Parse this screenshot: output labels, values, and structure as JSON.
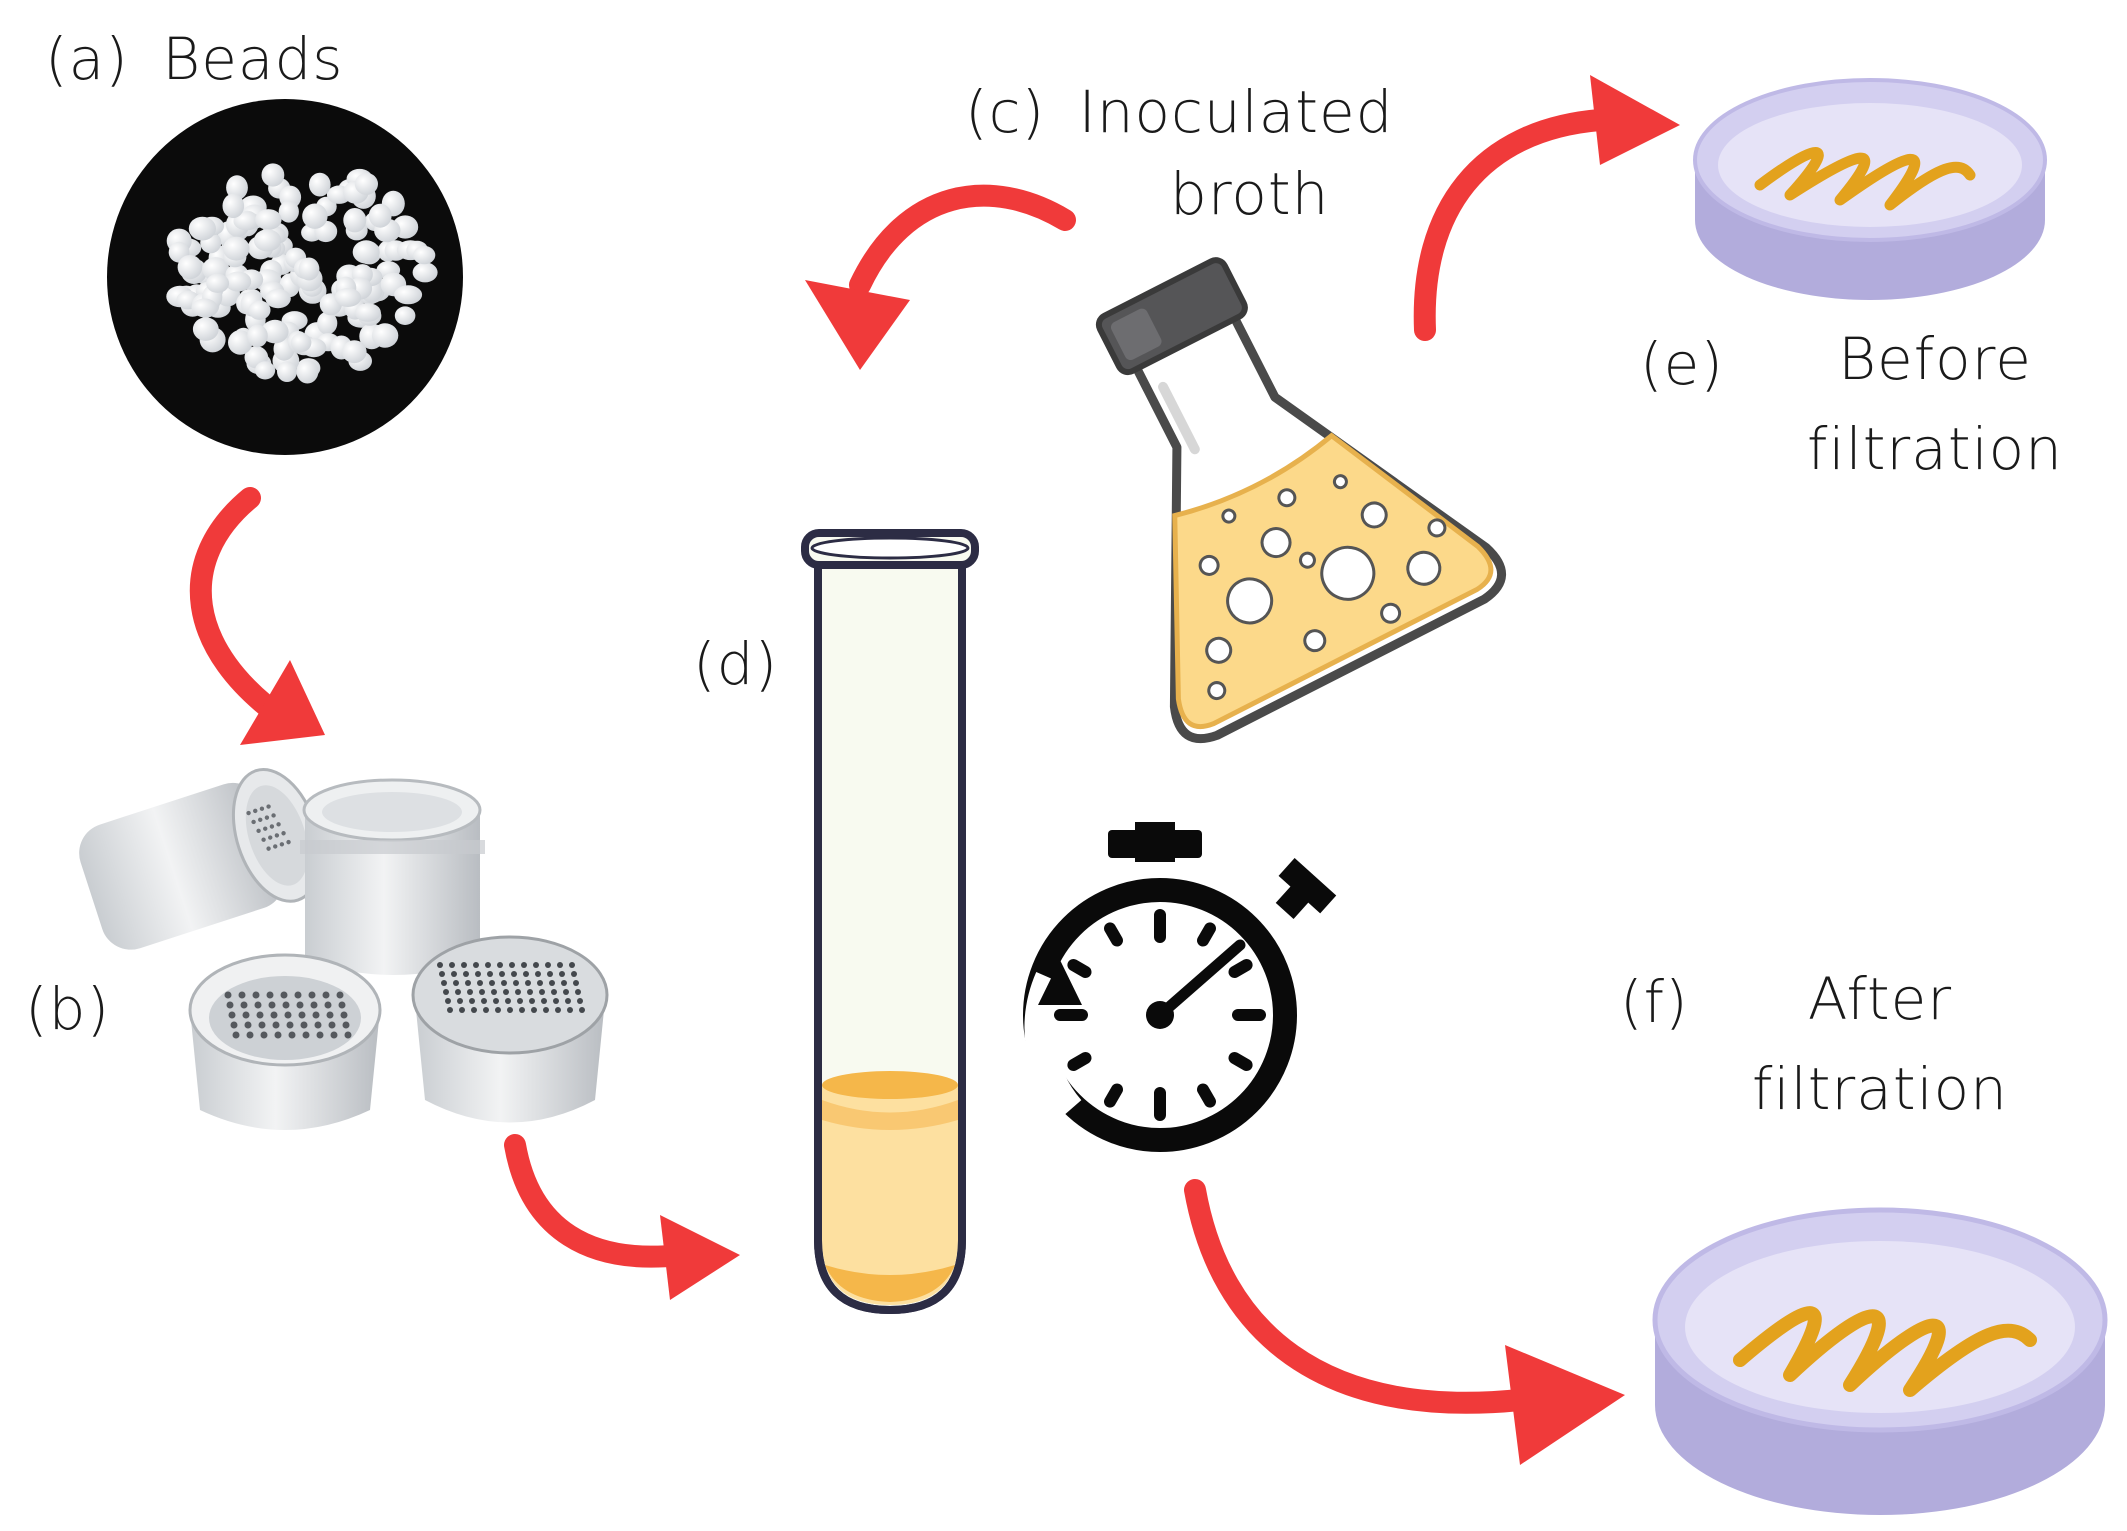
{
  "labels": {
    "a_tag": "(a)",
    "a_name": "Beads",
    "b_tag": "(b)",
    "c_tag": "(c)",
    "c_line1": "Inoculated",
    "c_line2": "broth",
    "d_tag": "(d)",
    "e_tag": "(e)",
    "e_line1": "Before",
    "e_line2": "filtration",
    "f_tag": "(f)",
    "f_line1": "After",
    "f_line2": "filtration"
  },
  "colors": {
    "arrow": "#f03a3a",
    "broth": "#fcd98a",
    "broth_dark": "#f5b74a",
    "dish_rim": "#b7b1e0",
    "dish_inner": "#e3e0f5",
    "streak": "#e8a31a",
    "outline": "#2c2c44",
    "tube_fill": "#f8faf0"
  },
  "icons": [
    "bead-photo",
    "container-photo",
    "flask-icon",
    "test-tube-icon",
    "stopwatch-icon",
    "petri-dish-icon"
  ]
}
